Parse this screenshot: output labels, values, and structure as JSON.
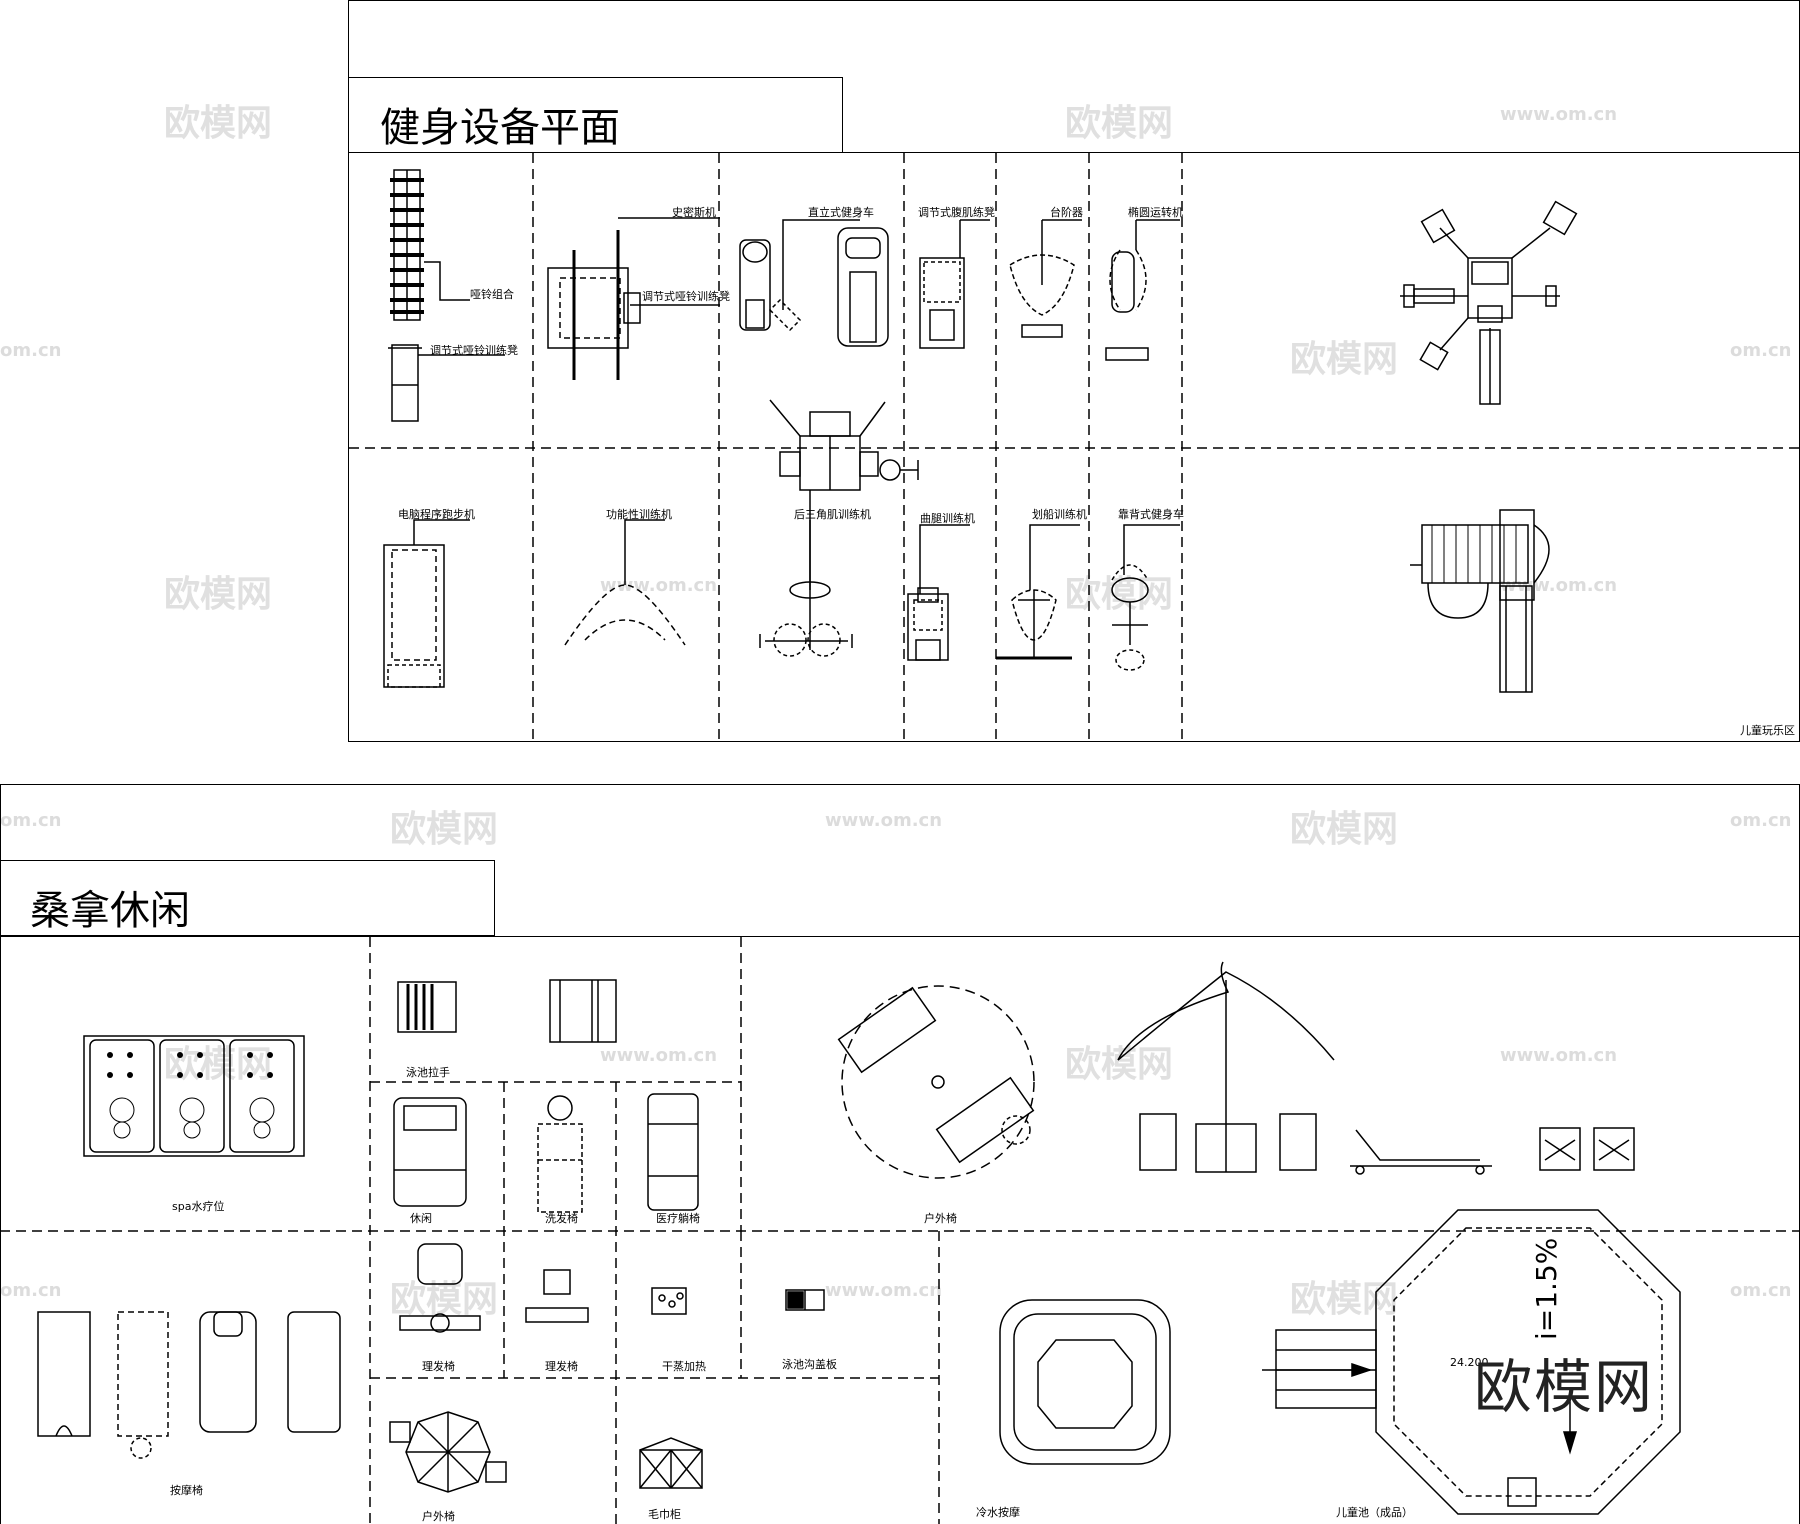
{
  "watermarks": {
    "brand": "欧模网",
    "url": "www.om.cn",
    "url_short": "om.cn"
  },
  "corner_brand": "欧模网",
  "fitness": {
    "title": "健身设备平面",
    "labels": {
      "dumbbell_set": "哑铃组合",
      "adjustable_dumbbell_bench_1": "调节式哑铃训练凳",
      "smith_machine": "史密斯机",
      "adjustable_dumbbell_bench_2": "调节式哑铃训练凳",
      "upright_bike": "直立式健身车",
      "adjustable_ab_bench": "调节式腹肌练凳",
      "stepper": "台阶器",
      "elliptical": "椭圆运转机",
      "treadmill": "电脑程序跑步机",
      "functional_trainer": "功能性训练机",
      "triceps_trainer": "后三角肌训练机",
      "leg_curl": "曲腿训练机",
      "rowing": "划船训练机",
      "recumbent_bike": "靠背式健身车",
      "kids_play": "儿童玩乐区"
    }
  },
  "sauna": {
    "title": "桑拿休闲",
    "labels": {
      "spa": "spa水疗位",
      "pool_handrail": "泳池拉手",
      "lounge": "休闲",
      "shampoo_chair": "洗发椅",
      "medical_recliner": "医疗躺椅",
      "outdoor_chair_1": "户外椅",
      "barber_chair_1": "理发椅",
      "barber_chair_2": "理发椅",
      "dry_steam": "干蒸加热",
      "pool_gutter_cover": "泳池沟盖板",
      "massage_chair": "按摩椅",
      "outdoor_chair_2": "户外椅",
      "towel_cabinet": "毛巾柜",
      "cold_massage": "冷水按摩",
      "kids_pool": "儿童池（成品）",
      "pool_dim": "24.200",
      "pool_slope": "i=1.5%"
    }
  }
}
